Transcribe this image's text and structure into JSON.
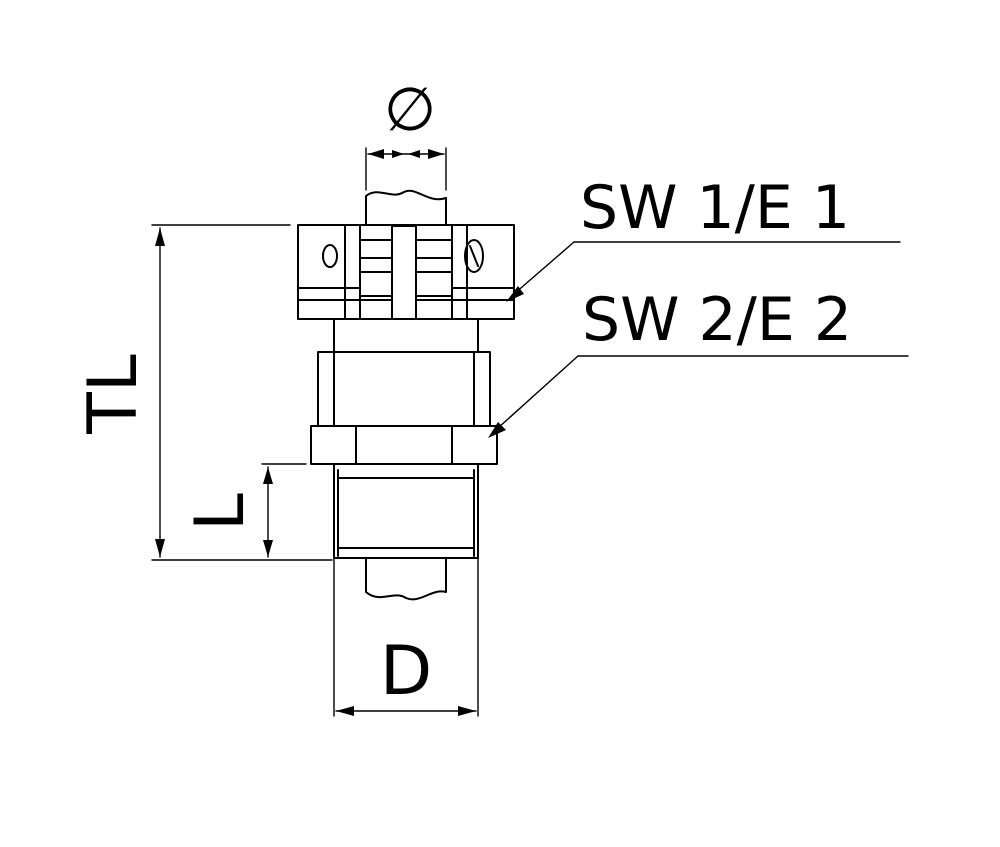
{
  "labels": {
    "diameter_symbol": "∅",
    "sw1": "SW 1/E 1",
    "sw2": "SW 2/E 2",
    "total_length": "TL",
    "thread_length": "L",
    "thread_diameter": "D"
  },
  "colors": {
    "line": "#000000",
    "background": "#ffffff"
  }
}
